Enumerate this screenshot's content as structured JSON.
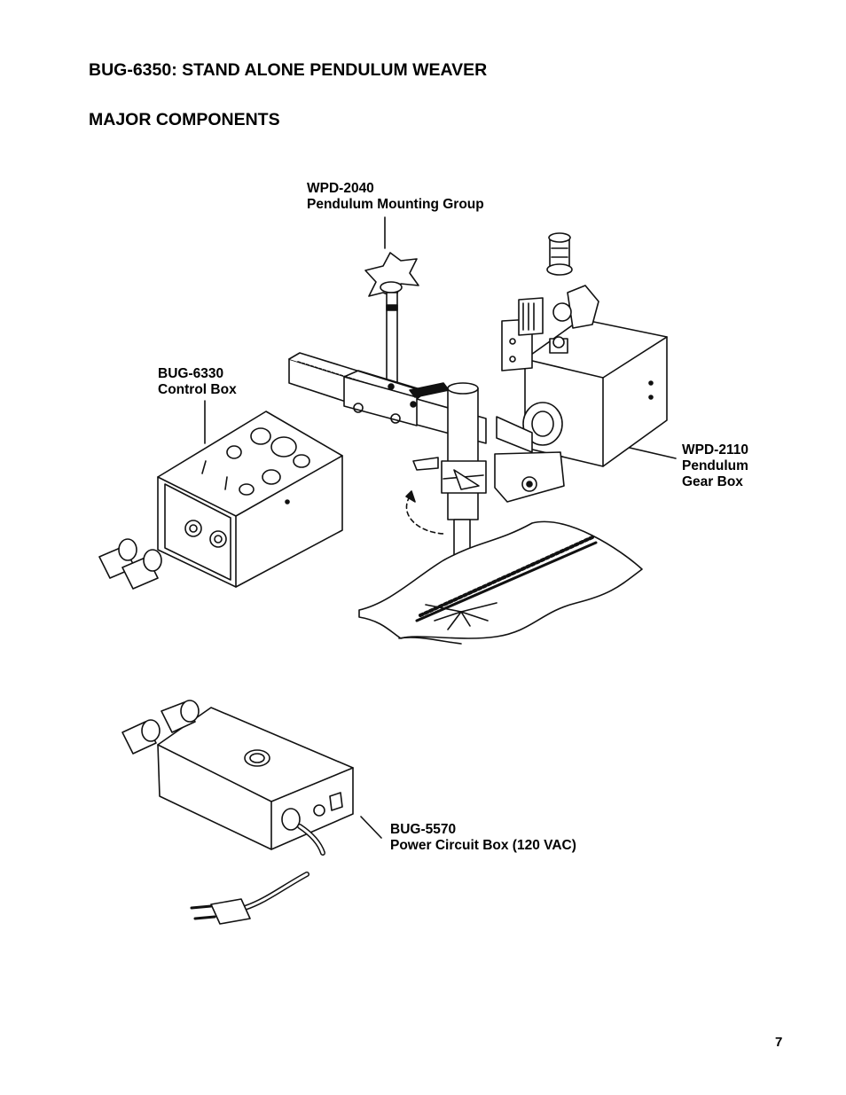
{
  "title": "BUG-6350: STAND ALONE PENDULUM WEAVER",
  "section_heading": "MAJOR COMPONENTS",
  "components": [
    {
      "part_number": "WPD-2040",
      "name_lines": [
        "Pendulum Mounting Group"
      ]
    },
    {
      "part_number": "BUG-6330",
      "name_lines": [
        "Control Box"
      ]
    },
    {
      "part_number": "WPD-2110",
      "name_lines": [
        "Pendulum",
        "Gear Box"
      ]
    },
    {
      "part_number": "BUG-5570",
      "name_lines": [
        "Power Circuit Box (120 VAC)"
      ]
    }
  ],
  "page_number": "7"
}
